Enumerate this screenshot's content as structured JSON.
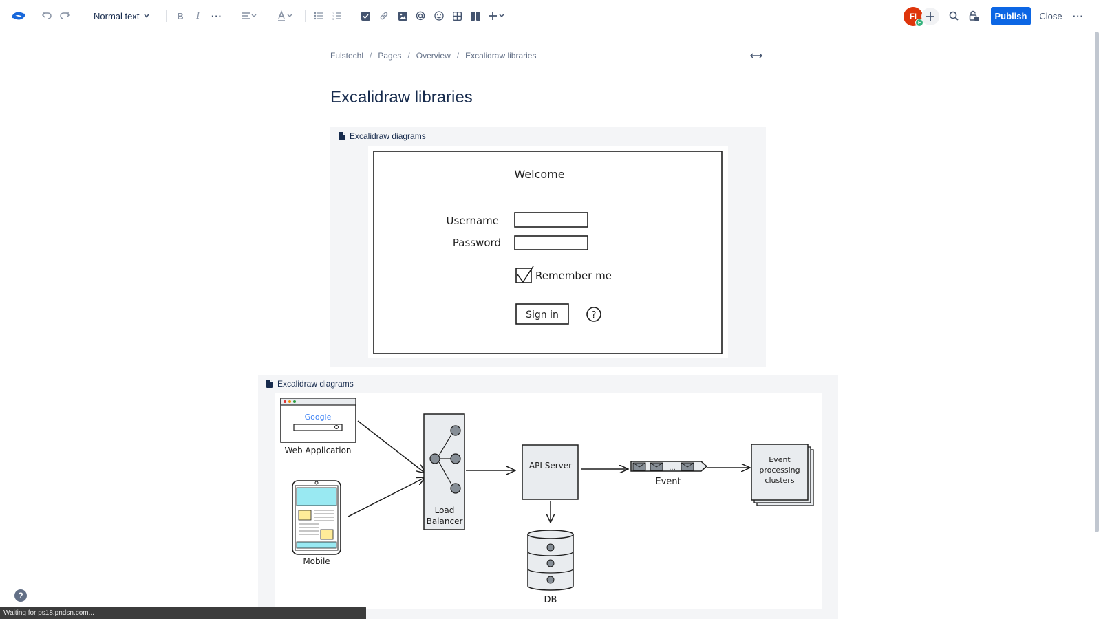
{
  "toolbar": {
    "text_style": "Normal text",
    "publish_label": "Publish",
    "close_label": "Close",
    "avatar_initials": "FI",
    "avatar_badge": "F",
    "brand_color": "#0c66e4",
    "avatar_color": "#de350b"
  },
  "breadcrumb": {
    "items": [
      "Fulstechl",
      "Pages",
      "Overview",
      "Excalidraw libraries"
    ]
  },
  "page": {
    "title": "Excalidraw libraries"
  },
  "macros": [
    {
      "label": "Excalidraw diagrams",
      "sketch": {
        "heading": "Welcome",
        "username_label": "Username",
        "password_label": "Password",
        "remember_label": "Remember me",
        "signin_label": "Sign in",
        "help_glyph": "?"
      }
    },
    {
      "label": "Excalidraw diagrams",
      "sketch": {
        "web_app_label": "Web Application",
        "google_text": "Google",
        "mobile_label": "Mobile",
        "load_balancer_line1": "Load",
        "load_balancer_line2": "Balancer",
        "api_server_label": "API Server",
        "event_label": "Event",
        "event_dots": "...",
        "clusters_line1": "Event",
        "clusters_line2": "processing",
        "clusters_line3": "clusters",
        "db_label": "DB"
      }
    }
  ],
  "status_bar": {
    "text": "Waiting for ps18.pndsn.com..."
  },
  "help": {
    "glyph": "?"
  }
}
